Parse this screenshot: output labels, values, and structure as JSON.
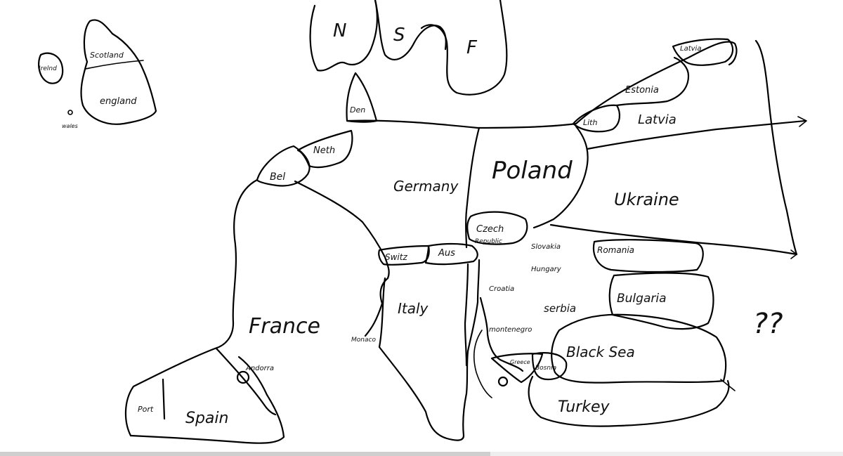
{
  "labels": {
    "ireland": "Irelnd",
    "scotland": "Scotland",
    "england": "england",
    "wales": "wales",
    "norway": "N",
    "sweden": "S",
    "finland": "F",
    "denmark": "Den",
    "netherlands": "Neth",
    "belgium": "Bel",
    "germany": "Germany",
    "poland": "Poland",
    "czech_republic_1": "Czech",
    "czech_republic_2": "Republic",
    "switzerland": "Switz",
    "austria": "Aus",
    "slovakia": "Slovakia",
    "hungary": "Hungary",
    "romania": "Romania",
    "bulgaria": "Bulgaria",
    "croatia": "Croatia",
    "serbia": "serbia",
    "montenegro": "montenegro",
    "italy": "Italy",
    "monaco": "Monaco",
    "france": "France",
    "andorra": "Andorra",
    "portugal": "Port",
    "spain": "Spain",
    "greece": "Greece",
    "bosnia": "Bosnia",
    "black_sea": "Black Sea",
    "turkey": "Turkey",
    "lithuania": "Lith",
    "latvia_east": "Latvia",
    "estonia": "Estonia",
    "latvia_north": "Latvia",
    "ukraine": "Ukraine",
    "unknown": "??"
  },
  "colors": {
    "ink": "#000000",
    "background": "#ffffff"
  }
}
